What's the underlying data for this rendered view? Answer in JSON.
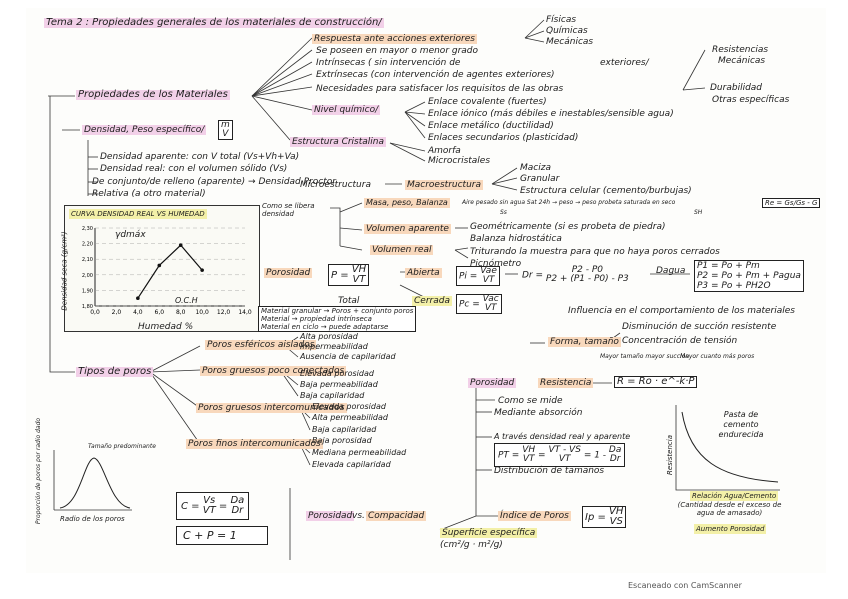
{
  "title": "Tema 2 : Propiedades generales de los materiales de construcción/",
  "root": "Propiedades de los Materiales",
  "props": [
    "Respuesta ante acciones exteriores",
    "Se poseen en mayor o menor grado",
    "Intrínsecas ( sin intervención de",
    "exteriores/",
    "Extrínsecas (con intervención de agentes exteriores)",
    "Necesidades para satisfacer los requisitos de las obras"
  ],
  "acciones": [
    "Físicas",
    "Químicas",
    "Mecánicas"
  ],
  "necesidades": [
    "Resistencias",
    "Mecánicas",
    "Durabilidad",
    "Otras específicas"
  ],
  "nivel_quimico": "Nivel químico/",
  "enlaces": [
    "Enlace covalente (fuertes)",
    "Enlace iónico (más débiles e inestables/sensible agua)",
    "Enlace metálico (ductilidad)",
    "Enlaces secundarios (plasticidad)"
  ],
  "estructura": "Estructura Cristalina",
  "estructura_items": [
    "Amorfa",
    "Microcristales"
  ],
  "densidad": "Densidad, Peso específico/",
  "densidad_formula": [
    "m",
    "V"
  ],
  "densidad_items": [
    "Densidad aparente: con V total (Vs+Vh+Va)",
    "Densidad real: con el volumen sólido (Vs)",
    "De conjunto/de relleno (aparente) → Densidad Proctor",
    "Relativa (a otro material)"
  ],
  "micro": "Microestructura",
  "macro": "Macroestructura",
  "macro_items": [
    "Maciza",
    "Granular",
    "Estructura celular (cemento/burbujas)"
  ],
  "chart_data": {
    "type": "line",
    "title": "CURVA DENSIDAD REAL VS HUMEDAD",
    "annotation_max": "γdmáx",
    "annotation_opt": "O.C.H",
    "xlabel": "Humedad %",
    "ylabel": "Densidad seca (g/cm³)",
    "x_ticks": [
      "0,0",
      "2,0",
      "4,0",
      "6,0",
      "8,0",
      "10,0",
      "12,0",
      "14,0"
    ],
    "y_ticks": [
      "2,30",
      "2,20",
      "2,10",
      "2,00",
      "1,90",
      "1,80"
    ],
    "series": [
      {
        "x": [
          4.0,
          6.0,
          8.0,
          10.0
        ],
        "y": [
          1.85,
          2.06,
          2.19,
          2.03
        ]
      }
    ],
    "xlim": [
      0,
      14
    ],
    "ylim": [
      1.8,
      2.3
    ]
  },
  "humedad_note": [
    "Como se libera",
    "densidad"
  ],
  "masa": "Masa, peso, Balanza",
  "masa_note": [
    "Aire pesado sin agua Sat 24h → peso → peso probeta saturada en seco",
    "Ss",
    "SH"
  ],
  "volumen_ap": "Volumen aparente",
  "volumen_items": [
    "Geométricamente (si es probeta de piedra)",
    "Balanza hidrostática"
  ],
  "volumen_real": "Volumen real",
  "volumen_real_items": [
    "Triturando la muestra para que no haya poros cerrados",
    "Picnómetro"
  ],
  "re_formula": [
    "Re =",
    "Gs",
    "Gs - G"
  ],
  "porosidad": "Porosidad",
  "p_formula": [
    "P =",
    "VH",
    "VT"
  ],
  "abierta": "Abierta",
  "cerrada": "Cerrada",
  "pa_formula": [
    "Pi =",
    "Vae",
    "VT"
  ],
  "pc_formula": [
    "Pc =",
    "Vac",
    "VT"
  ],
  "total": "Total",
  "dr_formula": [
    "Dr =",
    "P2 - P0",
    "P2 + (P1 - P0) - P3"
  ],
  "dagua": "Dagua",
  "pesos": [
    "P1 = Po + Pm",
    "P2 = Po + Pm + Pagua",
    "P3 = Po + PH2O"
  ],
  "total_items": [
    "Material granular → Poros + conjunto poros",
    "Material → propiedad intrínseca",
    "Material en ciclo → puede adaptarse"
  ],
  "influencia": "Influencia en el comportamiento de los materiales",
  "forma": "Forma, tamaño",
  "forma_items": [
    "Disminución de succión resistente",
    "Concentración de tensión",
    "Mayor tamaño mayor succión",
    "Mayor cuanto más poros"
  ],
  "tipos": "Tipos de poros",
  "tipos_groups": [
    {
      "label": "Poros esféricos aislados",
      "items": [
        "Alta porosidad",
        "Impermeabilidad",
        "Ausencia de capilaridad"
      ]
    },
    {
      "label": "Poros gruesos poco conectados",
      "items": [
        "Elevada porosidad",
        "Baja permeabilidad",
        "Baja capilaridad"
      ]
    },
    {
      "label": "Poros gruesos intercomunicados",
      "items": [
        "Elevada porosidad",
        "Alta permeabilidad",
        "Baja capilaridad"
      ]
    },
    {
      "label": "Poros finos intercomunicados",
      "items": [
        "Baja porosidad",
        "Mediana permeabilidad",
        "Elevada capilaridad"
      ]
    }
  ],
  "dist_chart": {
    "ylabel": "Proporción de poros por radio dado",
    "xlabel": "Radio de los poros",
    "peak_label": "Tamaño predominante"
  },
  "c_formula": [
    "C =",
    "Vs",
    "VT",
    "=",
    "Da",
    "Dr"
  ],
  "cp_formula": "C + P = 1",
  "porosidad2": "Porosidad",
  "resistencia": "Resistencia",
  "r_formula": "R = Ro · e^-k·P",
  "como_mide": "Como se mide",
  "mide_items": [
    "Mediante absorción",
    "A través densidad real y aparente"
  ],
  "pt_formula": [
    "PT =",
    "VH",
    "VT",
    "=",
    "VT - VS",
    "VT",
    "= 1 - ",
    "Da",
    "Dr"
  ],
  "distribucion": "Distribución de tamaños",
  "curve2": {
    "title": "Pasta de cemento endurecida",
    "ylabel": "Resistencia",
    "xlabel": "Relación Agua/Cemento",
    "note": "(Cantidad desde el exceso de agua de amasado)",
    "note2": "Aumento Porosidad"
  },
  "porosidad_vs": [
    "Porosidad",
    "vs.",
    "Compacidad"
  ],
  "indice": "Índice de Poros",
  "ip_formula": [
    "Ip =",
    "VH",
    "VS"
  ],
  "superficie": "Superficie específica",
  "superficie_units": "(cm²/g · m²/g)",
  "footer": "Escaneado con CamScanner"
}
